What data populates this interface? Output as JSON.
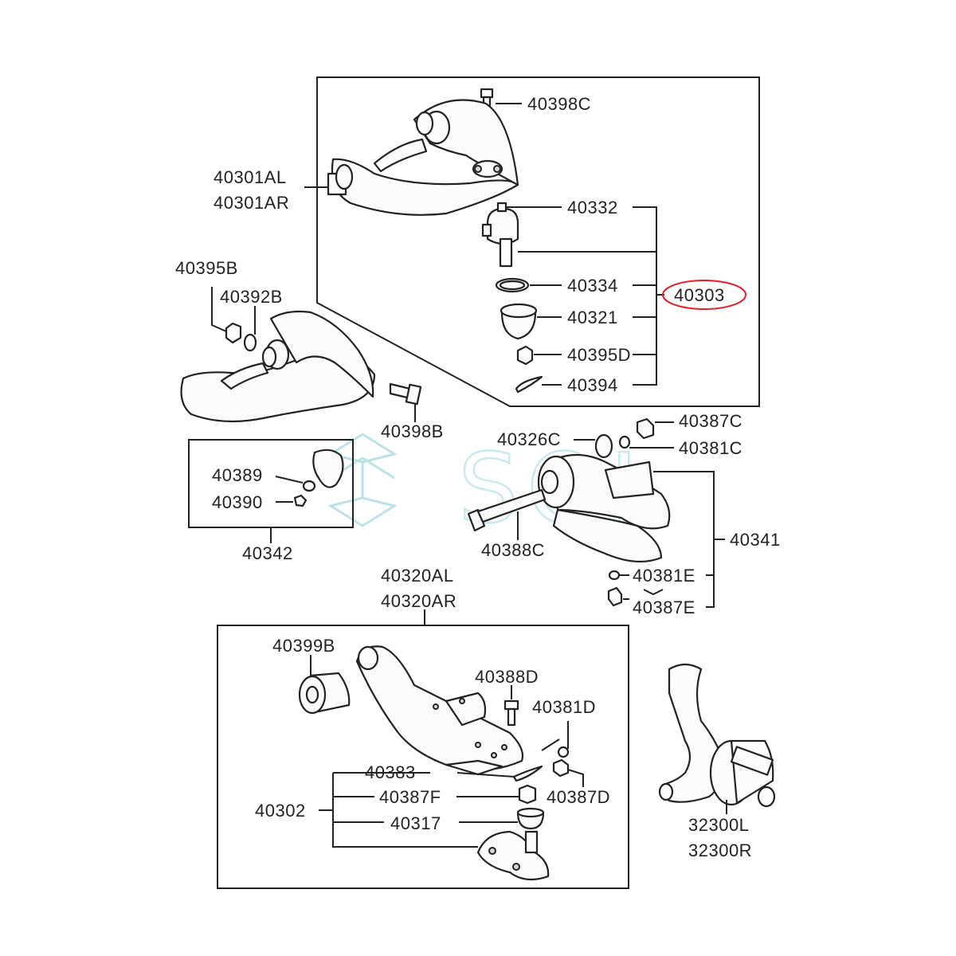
{
  "labels": {
    "l40398C": "40398C",
    "l40301AL": "40301AL",
    "l40301AR": "40301AR",
    "l40332": "40332",
    "l40334": "40334",
    "l40303": "40303",
    "l40321": "40321",
    "l40395D": "40395D",
    "l40394": "40394",
    "l40395B": "40395B",
    "l40392B": "40392B",
    "l40398B": "40398B",
    "l40389": "40389",
    "l40390": "40390",
    "l40342": "40342",
    "l40326C": "40326C",
    "l40387C": "40387C",
    "l40381C": "40381C",
    "l40388C": "40388C",
    "l40341": "40341",
    "l40381E": "40381E",
    "l40387E": "40387E",
    "l40320AL": "40320AL",
    "l40320AR": "40320AR",
    "l40399B": "40399B",
    "l40388D": "40388D",
    "l40381D": "40381D",
    "l40383": "40383",
    "l40387F": "40387F",
    "l40387D": "40387D",
    "l40302": "40302",
    "l40317": "40317",
    "l32300L": "32300L",
    "l32300R": "32300R"
  },
  "watermark": {
    "text": "SOL",
    "color": "#9fd8dc"
  },
  "highlight": {
    "color": "#e0202a"
  }
}
